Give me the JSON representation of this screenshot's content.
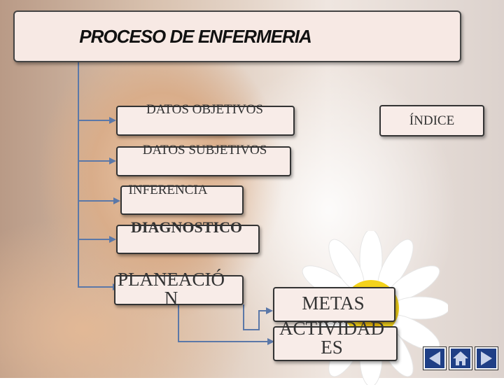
{
  "title": "PROCESO DE ENFERMERIA",
  "boxes": {
    "datos_objetivos": "DATOS OBJETIVOS",
    "datos_subjetivos": "DATOS SUBJETIVOS",
    "inferencia": "INFERENCIA",
    "diagnostico": "DIAGNOSTICO",
    "planeacion": "PLANEACIÓN",
    "metas": "METAS",
    "actividades": "ACTIVIDADES",
    "indice": "ÍNDICE"
  },
  "nav_icons": [
    "prev-arrow-icon",
    "home-icon",
    "next-arrow-icon"
  ],
  "colors": {
    "nav": "#1f3f86",
    "box": "#f8ece8",
    "connector": "#5b78a8"
  }
}
